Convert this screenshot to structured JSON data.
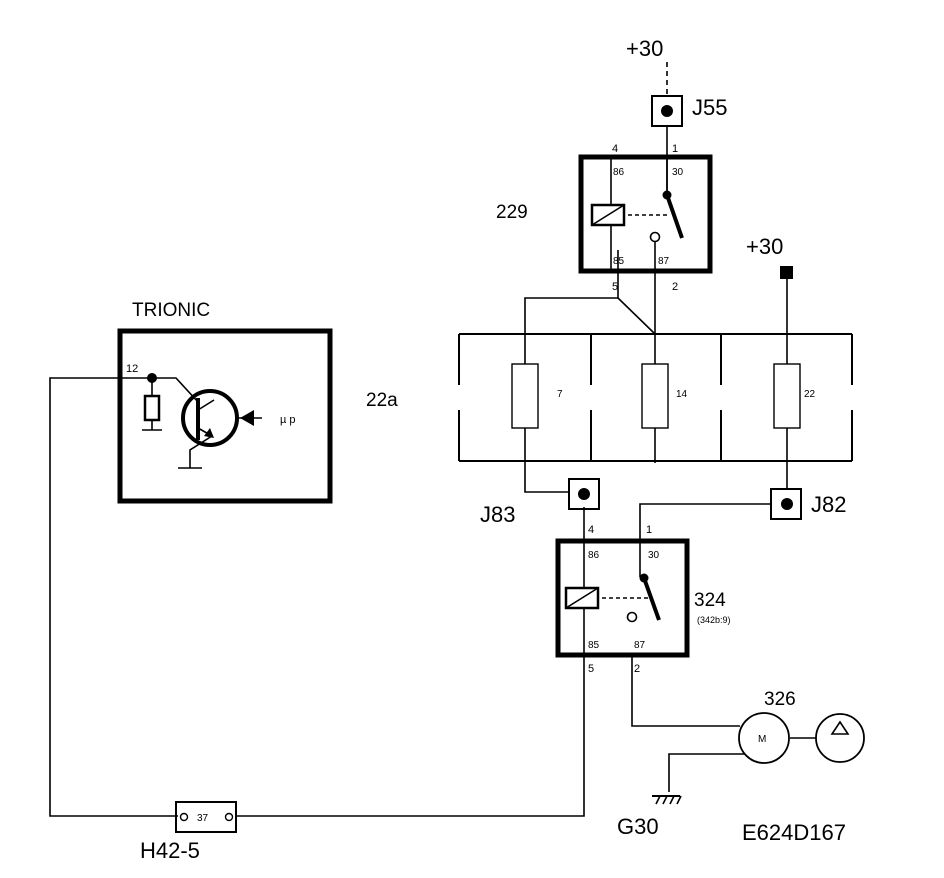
{
  "diagram": {
    "drawing_code": "E624D167",
    "supplies": {
      "top": "+30",
      "right": "+30"
    },
    "ecu": {
      "label": "TRIONIC",
      "pin": "12",
      "input": "µ p"
    },
    "fuse_box": {
      "label": "22a",
      "fuses": [
        {
          "number": "7"
        },
        {
          "number": "14"
        },
        {
          "number": "22"
        }
      ]
    },
    "relay_229": {
      "label": "229",
      "terminals": {
        "t86": "86",
        "t30": "30",
        "t85": "85",
        "t87": "87"
      },
      "pins": {
        "p4": "4",
        "p1": "1",
        "p5": "5",
        "p2": "2"
      }
    },
    "relay_324": {
      "label": "324",
      "sublabel": "(342b:9)",
      "terminals": {
        "t86": "86",
        "t30": "30",
        "t85": "85",
        "t87": "87"
      },
      "pins": {
        "p4": "4",
        "p1": "1",
        "p5": "5",
        "p2": "2"
      }
    },
    "junctions": {
      "j55": "J55",
      "j83": "J83",
      "j82": "J82"
    },
    "connector": {
      "label": "H42-5",
      "pin": "37"
    },
    "pump": {
      "label": "326",
      "motor": "M"
    },
    "ground": {
      "label": "G30"
    }
  }
}
